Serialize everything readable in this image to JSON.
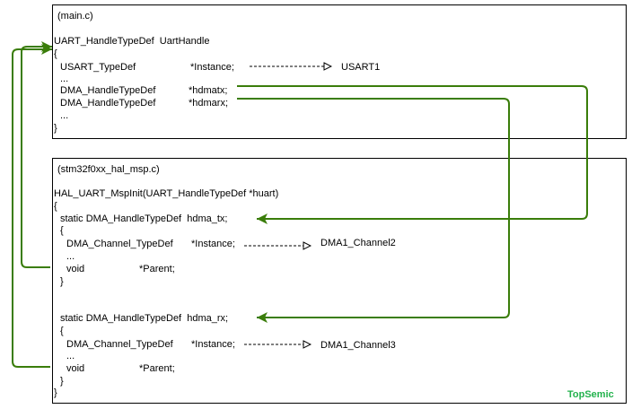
{
  "main_file": {
    "filename": "(main.c)",
    "decl": "UART_HandleTypeDef  UartHandle",
    "open": "{",
    "instance_type": "USART_TypeDef",
    "instance_field": "*Instance;",
    "instance_target": "USART1",
    "ellipsis1": "...",
    "hdmatx_type": "DMA_HandleTypeDef",
    "hdmatx_field": "*hdmatx;",
    "hdmarx_type": "DMA_HandleTypeDef",
    "hdmarx_field": "*hdmarx;",
    "ellipsis2": "...",
    "close": "}"
  },
  "msp_file": {
    "filename": "(stm32f0xx_hal_msp.c)",
    "func": "HAL_UART_MspInit(UART_HandleTypeDef *huart)",
    "open": "{",
    "tx": {
      "decl": "static DMA_HandleTypeDef  hdma_tx;",
      "open": "{",
      "instance_type": "DMA_Channel_TypeDef",
      "instance_field": "*Instance;",
      "instance_target": "DMA1_Channel2",
      "ellipsis": "...",
      "parent_type": "void",
      "parent_field": "*Parent;",
      "close": "}"
    },
    "rx": {
      "decl": "static DMA_HandleTypeDef  hdma_rx;",
      "open": "{",
      "instance_type": "DMA_Channel_TypeDef",
      "instance_field": "*Instance;",
      "instance_target": "DMA1_Channel3",
      "ellipsis": "...",
      "parent_type": "void",
      "parent_field": "*Parent;",
      "close": "}"
    },
    "close": "}"
  },
  "watermark": "TopSemic",
  "colors": {
    "arrow_green": "#3a7d0a",
    "watermark_green": "#22b24c",
    "border": "#000000"
  }
}
